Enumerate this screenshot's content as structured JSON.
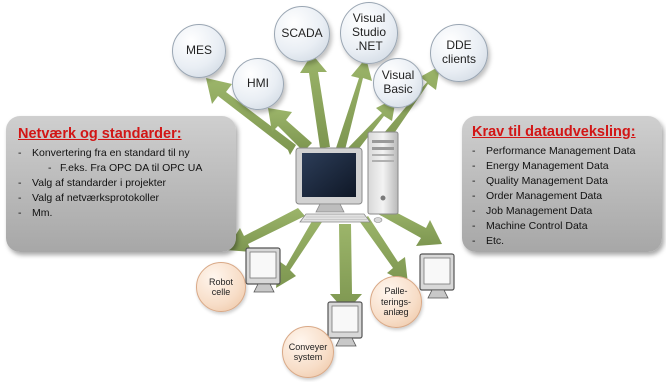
{
  "top_nodes": {
    "mes": "MES",
    "hmi": "HMI",
    "scada": "SCADA",
    "visual_studio": [
      "Visual",
      "Studio",
      ".NET"
    ],
    "visual_basic": [
      "Visual",
      "Basic"
    ],
    "dde_clients": [
      "DDE",
      "clients"
    ]
  },
  "bottom_nodes": {
    "robot_cell": [
      "Robot",
      "celle"
    ],
    "conveyer_system": [
      "Conveyer",
      "system"
    ],
    "palletizing": [
      "Palle-",
      "terings-",
      "anlæg"
    ]
  },
  "left_panel": {
    "title": "Netværk og standarder:",
    "items": [
      "Konvertering fra en standard til ny",
      "F.eks. Fra OPC DA til OPC UA",
      "Valg af standarder i projekter",
      "Valg af netværksprotokoller",
      "Mm."
    ]
  },
  "right_panel": {
    "title": "Krav til dataudveksling:",
    "items": [
      "Performance Management Data",
      "Energy Management Data",
      "Quality Management Data",
      "Order Management Data",
      "Job Management Data",
      "Machine Control Data",
      "Etc."
    ]
  },
  "colors": {
    "arrow": "#8aa45a",
    "panel_title": "#d21616",
    "top_node_fill": "#e9eef4",
    "bottom_node_fill": "#f7ddc7"
  }
}
